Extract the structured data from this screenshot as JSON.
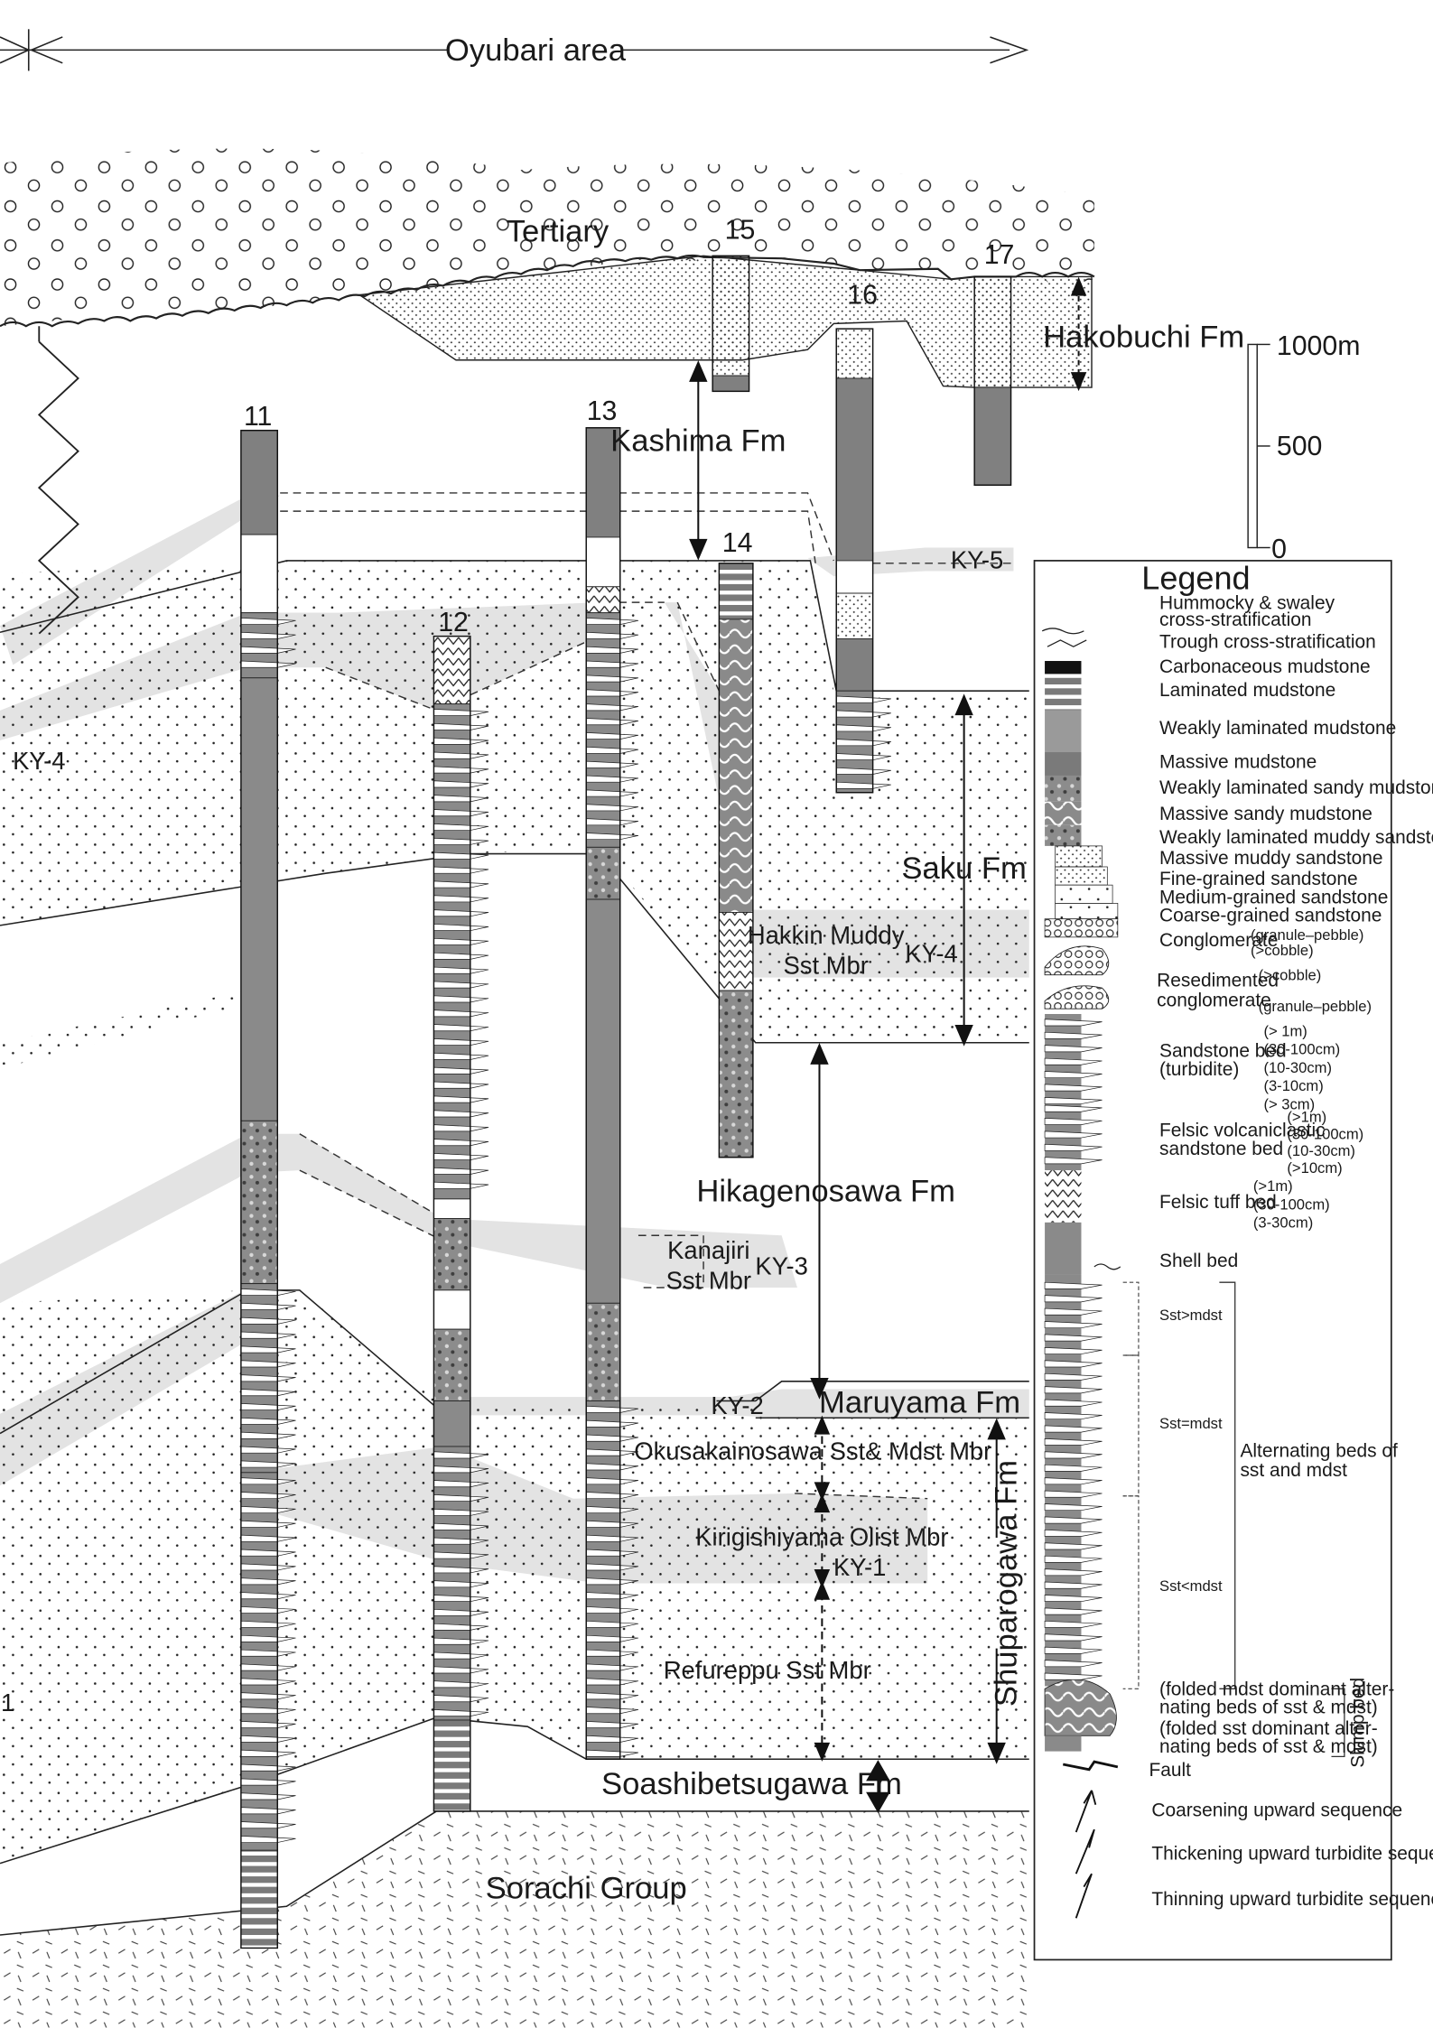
{
  "header": {
    "area_title": "Oyubari area"
  },
  "columns": [
    "11",
    "12",
    "13",
    "14",
    "15",
    "16",
    "17"
  ],
  "formations": {
    "tertiary": "Tertiary",
    "hakobuchi": "Hakobuchi Fm",
    "kashima": "Kashima Fm",
    "saku": "Saku Fm",
    "hakkin_1": "Hakkin Muddy",
    "hakkin_2": "Sst Mbr",
    "hikagenosawa": "Hikagenosawa Fm",
    "kanajiri_1": "Kanajiri",
    "kanajiri_2": "Sst Mbr",
    "maruyama": "Maruyama Fm",
    "okusakainosawa": "Okusakainosawa Sst& Mdst Mbr",
    "kirigishiyama": "Kirigishiyama Olist Mbr",
    "refureppu": "Refureppu Sst Mbr",
    "shuparogawa": "Shuparogawa Fm",
    "soashibetsugawa": "Soashibetsugawa Fm",
    "sorachi": "Sorachi Group"
  },
  "key_beds": {
    "ky5": "KY-5",
    "ky4_left": "KY-4",
    "ky4": "KY-4",
    "ky3": "KY-3",
    "ky2": "KY-2",
    "ky1": "KY-1",
    "edge_1": "1"
  },
  "scale": {
    "top": "1000m",
    "mid": "500",
    "bottom": "0"
  },
  "legend": {
    "title": "Legend",
    "items": [
      "Hummocky & swaley",
      "cross-stratification",
      "Trough cross-stratification",
      "Carbonaceous mudstone",
      "Laminated mudstone",
      "Weakly laminated mudstone",
      "Massive mudstone",
      "Weakly laminated sandy mudstone",
      "Massive sandy mudstone",
      "Weakly laminated muddy sandstone",
      "Massive muddy sandstone",
      "Fine-grained sandstone",
      "Medium-grained sandstone",
      "Coarse-grained sandstone",
      "Conglomerate",
      "Resedimented",
      "conglomerate",
      "Sandstone bed",
      "(turbidite)",
      "Felsic volcaniclastic",
      "sandstone bed",
      "Felsic tuff bed",
      "Shell bed",
      "Sst>mdst",
      "Sst=mdst",
      "Alternating beds of",
      "sst and mdst",
      "Sst<mdst",
      "(folded mdst dominant alter-",
      "nating beds of sst & mdst)",
      "(folded sst dominant alter-",
      "nating beds of sst & mdst)",
      "Slump bed",
      "Fault",
      "Coarsening upward sequence",
      "Thickening upward turbidite sequence",
      "Thinning upward turbidite sequence"
    ],
    "conglomerate_sizes": [
      "(granule–pebble)",
      "(>cobble)"
    ],
    "reseds_sizes": [
      "(>cobble)",
      "(granule–pebble)"
    ],
    "sandstone_sizes": [
      "(> 1m)",
      "(30-100cm)",
      "(10-30cm)",
      "(3-10cm)",
      "(> 3cm)"
    ],
    "volcaniclastic_sizes": [
      "(>1m)",
      "(30-100cm)",
      "(10-30cm)",
      "(>10cm)"
    ],
    "tuff_sizes": [
      "(>1m)",
      "(30-100cm)",
      "(3-30cm)"
    ]
  }
}
